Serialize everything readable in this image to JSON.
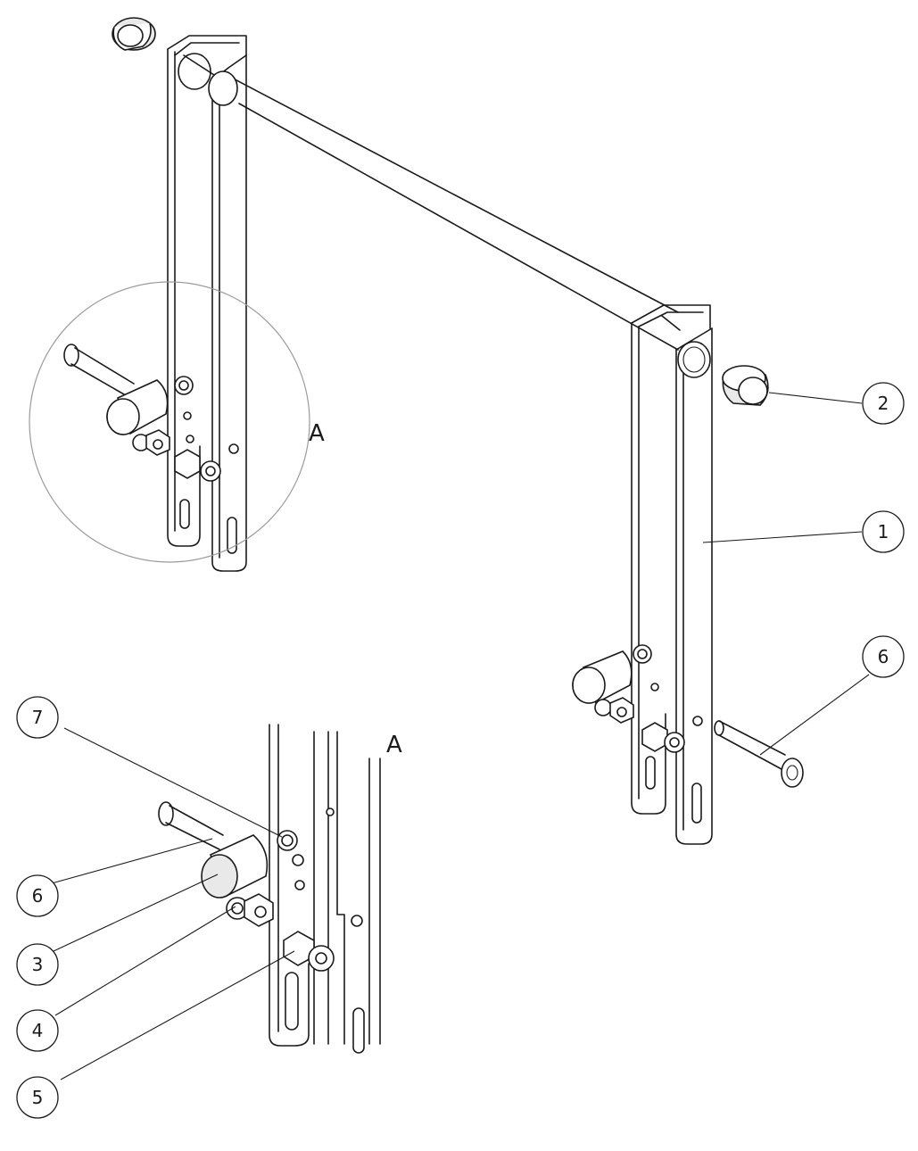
{
  "view_labels": {
    "detail_circle": "A",
    "detail_view": "A"
  },
  "balloons": [
    {
      "id": "b2",
      "label": "2",
      "points_to": "end cap on right tube"
    },
    {
      "id": "b1",
      "label": "1",
      "points_to": "right upright bar"
    },
    {
      "id": "b6a",
      "label": "6",
      "points_to": "bolt (main view)"
    },
    {
      "id": "b7",
      "label": "7",
      "points_to": "washer (detail)"
    },
    {
      "id": "b6b",
      "label": "6",
      "points_to": "bolt (detail)"
    },
    {
      "id": "b3",
      "label": "3",
      "points_to": "spacer (detail)"
    },
    {
      "id": "b4",
      "label": "4",
      "points_to": "lock washer (detail)"
    },
    {
      "id": "b5",
      "label": "5",
      "points_to": "nut (detail)"
    }
  ]
}
